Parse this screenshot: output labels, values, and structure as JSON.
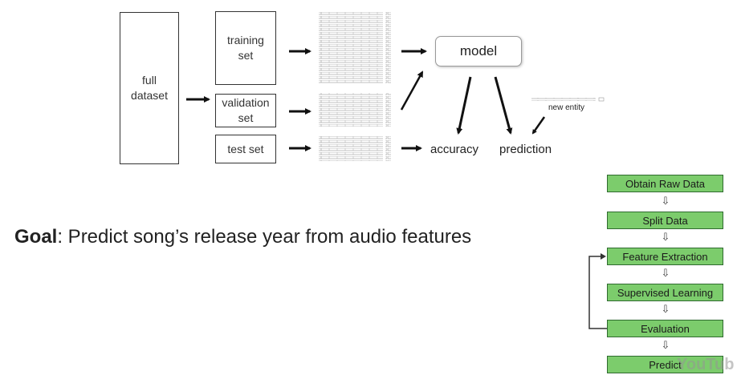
{
  "diagram": {
    "full_dataset": "full\ndataset",
    "training_set": "training\nset",
    "validation_set": "validation\nset",
    "test_set": "test set",
    "model": "model",
    "accuracy": "accuracy",
    "prediction": "prediction",
    "new_entity": "new entity"
  },
  "goal": {
    "bold": "Goal",
    "text": ": Predict song’s release year from audio features"
  },
  "pipeline": {
    "steps": [
      "Obtain Raw Data",
      "Split Data",
      "Feature Extraction",
      "Supervised Learning",
      "Evaluation",
      "Predict"
    ],
    "color": "#7ccc6c",
    "border_color": "#2f6b2f"
  },
  "watermark": "YouTub"
}
